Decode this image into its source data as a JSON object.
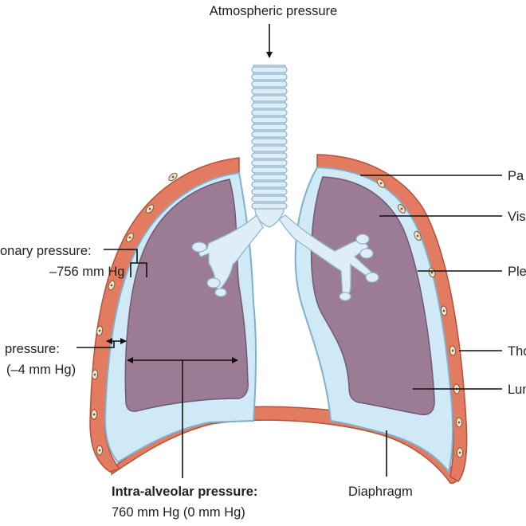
{
  "colors": {
    "membrane": "#e27b60",
    "membrane_stroke": "#b4523c",
    "pleural": "#cfe9f7",
    "pleural_stroke": "#7fb0cc",
    "lung": "#9c7b94",
    "lung_stroke": "#6f5a72",
    "trachea": "#dfeef6",
    "trachea_stroke": "#8eb7ce",
    "cell_fill": "#f3e3cd",
    "cell_stroke": "#7a5a3c",
    "line": "#111111"
  },
  "labels": {
    "atmospheric": "Atmospheric pressure",
    "intrapulmonary_title": "onary pressure:",
    "intrapulmonary_value": "–756 mm Hg",
    "intrapleural_title": "pressure:",
    "intrapleural_value": "(–4 mm Hg)",
    "alveolar_title": "Intra-alveolar pressure:",
    "alveolar_value": "760 mm Hg (0 mm Hg)",
    "diaphragm": "Diaphragm",
    "parietal": "Pa",
    "visceral": "Vis",
    "pleural_cavity": "Ple",
    "thoracic_wall": "Tho",
    "lung": "Lun"
  }
}
